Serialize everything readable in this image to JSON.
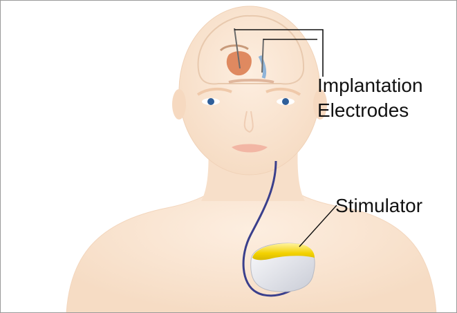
{
  "labels": {
    "implantation": "Implantation",
    "electrodes": "Electrodes",
    "stimulator": "Stimulator"
  },
  "colors": {
    "skin": "#fbe6d2",
    "skin_shade": "#f2d2b8",
    "lead_wire": "#3a3f8c",
    "stimulator_body": "#e6e8ee",
    "stimulator_cap": "#f2d400"
  }
}
